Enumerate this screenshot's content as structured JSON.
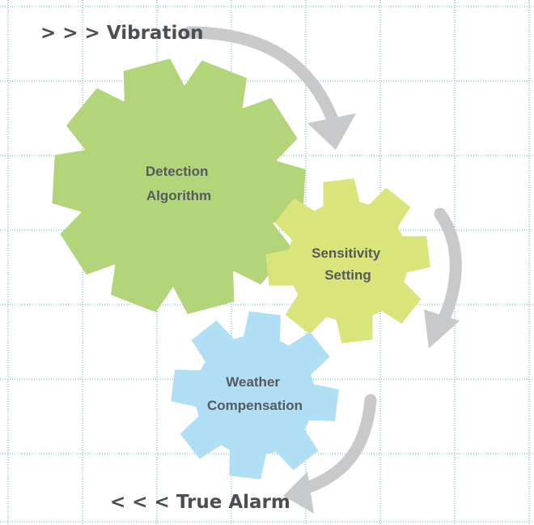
{
  "input": {
    "text": "> > > Vibration"
  },
  "output": {
    "text": "< < < True Alarm"
  },
  "gears": [
    {
      "id": "detection",
      "lines": [
        "Detection",
        "Algorithm"
      ],
      "color": "#b2d57a"
    },
    {
      "id": "sensitivity",
      "lines": [
        "Sensitivity",
        "Setting"
      ],
      "color": "#d9e47a"
    },
    {
      "id": "weather",
      "lines": [
        "Weather",
        "Compensation"
      ],
      "color": "#b0def5"
    }
  ],
  "colors": {
    "grid": "#4fb3c6",
    "arrow": "#c8c9ca",
    "text": "#4b4f51"
  }
}
